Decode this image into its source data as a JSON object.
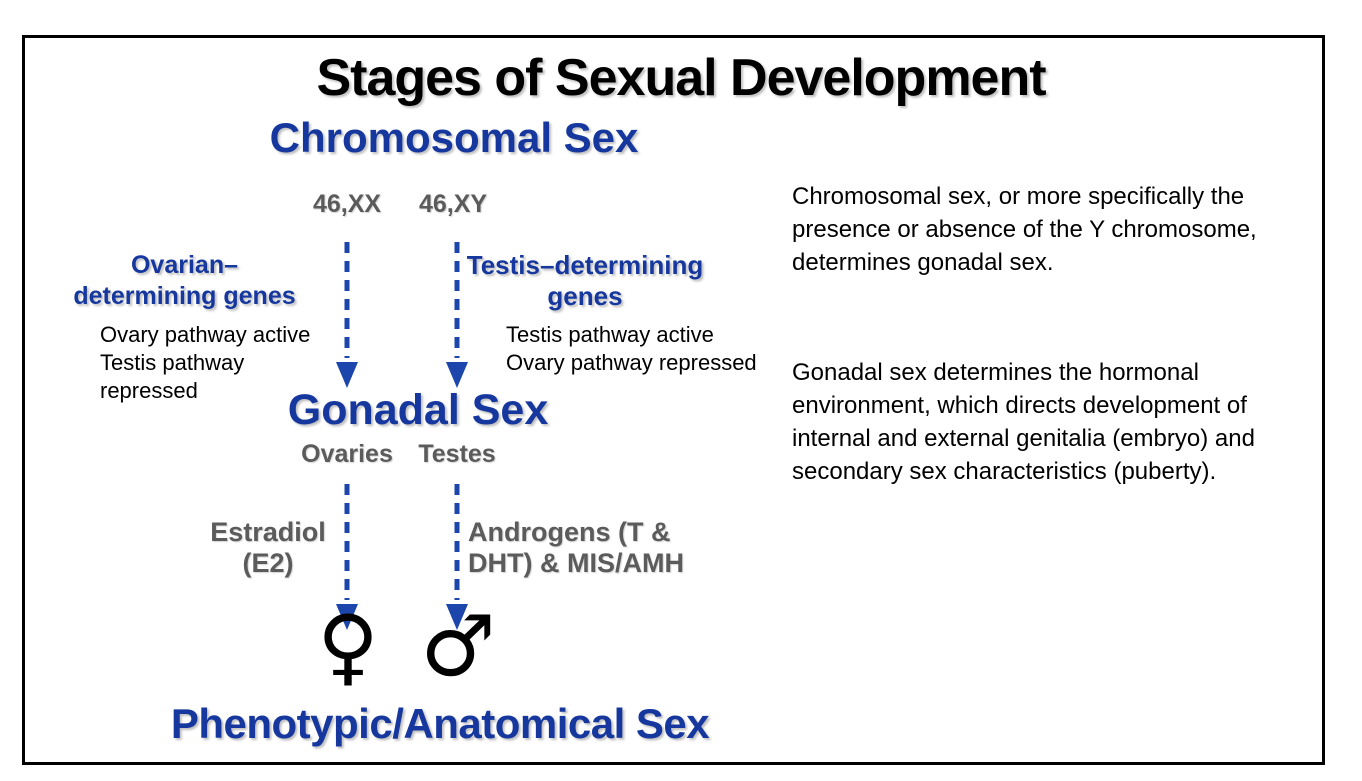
{
  "colors": {
    "heading_blue": "#16389E",
    "arrow_blue": "#1C46AB",
    "label_gray": "#5B5B5B",
    "text_black": "#000000",
    "border_black": "#000000"
  },
  "title": "Stages of Sexual Development",
  "diagram": {
    "chromosomal": {
      "heading": "Chromosomal Sex",
      "karyotype_xx": "46,XX",
      "karyotype_xy": "46,XY"
    },
    "ovarian_branch": {
      "genes_label": "Ovarian–\ndetermining genes",
      "pathway_note": "Ovary pathway active\nTestis pathway\nrepressed"
    },
    "testis_branch": {
      "genes_label": "Testis–determining\ngenes",
      "pathway_note": "Testis pathway active\nOvary pathway repressed"
    },
    "gonadal": {
      "heading": "Gonadal Sex",
      "female_gonad": "Ovaries",
      "male_gonad": "Testes"
    },
    "hormones": {
      "female_label": "Estradiol\n(E2)",
      "male_label": "Androgens (T &\nDHT) & MIS/AMH"
    },
    "symbols": {
      "female": "♀",
      "male": "♂"
    },
    "phenotypic": {
      "heading": "Phenotypic/Anatomical Sex"
    }
  },
  "sidebar": {
    "paragraph_chromosomal": "Chromosomal sex, or more specifically the\npresence or absence of the Y chromosome,\ndetermines gonadal sex.",
    "paragraph_gonadal": "Gonadal sex determines the hormonal\nenvironment, which directs development of\ninternal and external genitalia (embryo) and\nsecondary sex characteristics (puberty)."
  }
}
